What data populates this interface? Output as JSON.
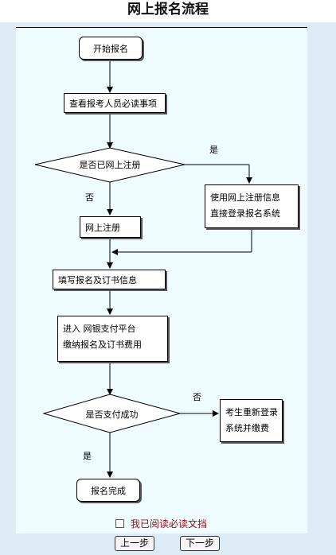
{
  "page_title": "网上报名流程",
  "flow": {
    "start": "开始报名",
    "read_notice": "查看报考人员必读事项",
    "decision_registered": "是否已网上注册",
    "yes_1": "是",
    "no_1": "否",
    "use_info_line1": "使用网上注册信息",
    "use_info_line2": "直接登录报名系统",
    "register": "网上注册",
    "fill_info": "填写报名及订书信息",
    "pay_line1": "进入 网银支付平台",
    "pay_line2": "缴纳报名及订书费用",
    "decision_paid": "是否支付成功",
    "no_2": "否",
    "yes_2": "是",
    "relogin_line1": "考生重新登录",
    "relogin_line2": "系统并缴费",
    "done": "报名完成"
  },
  "footer": {
    "checkbox_label": "我已阅读必读文挡",
    "checked": false,
    "prev_button": "上一步",
    "next_button": "下一步"
  }
}
